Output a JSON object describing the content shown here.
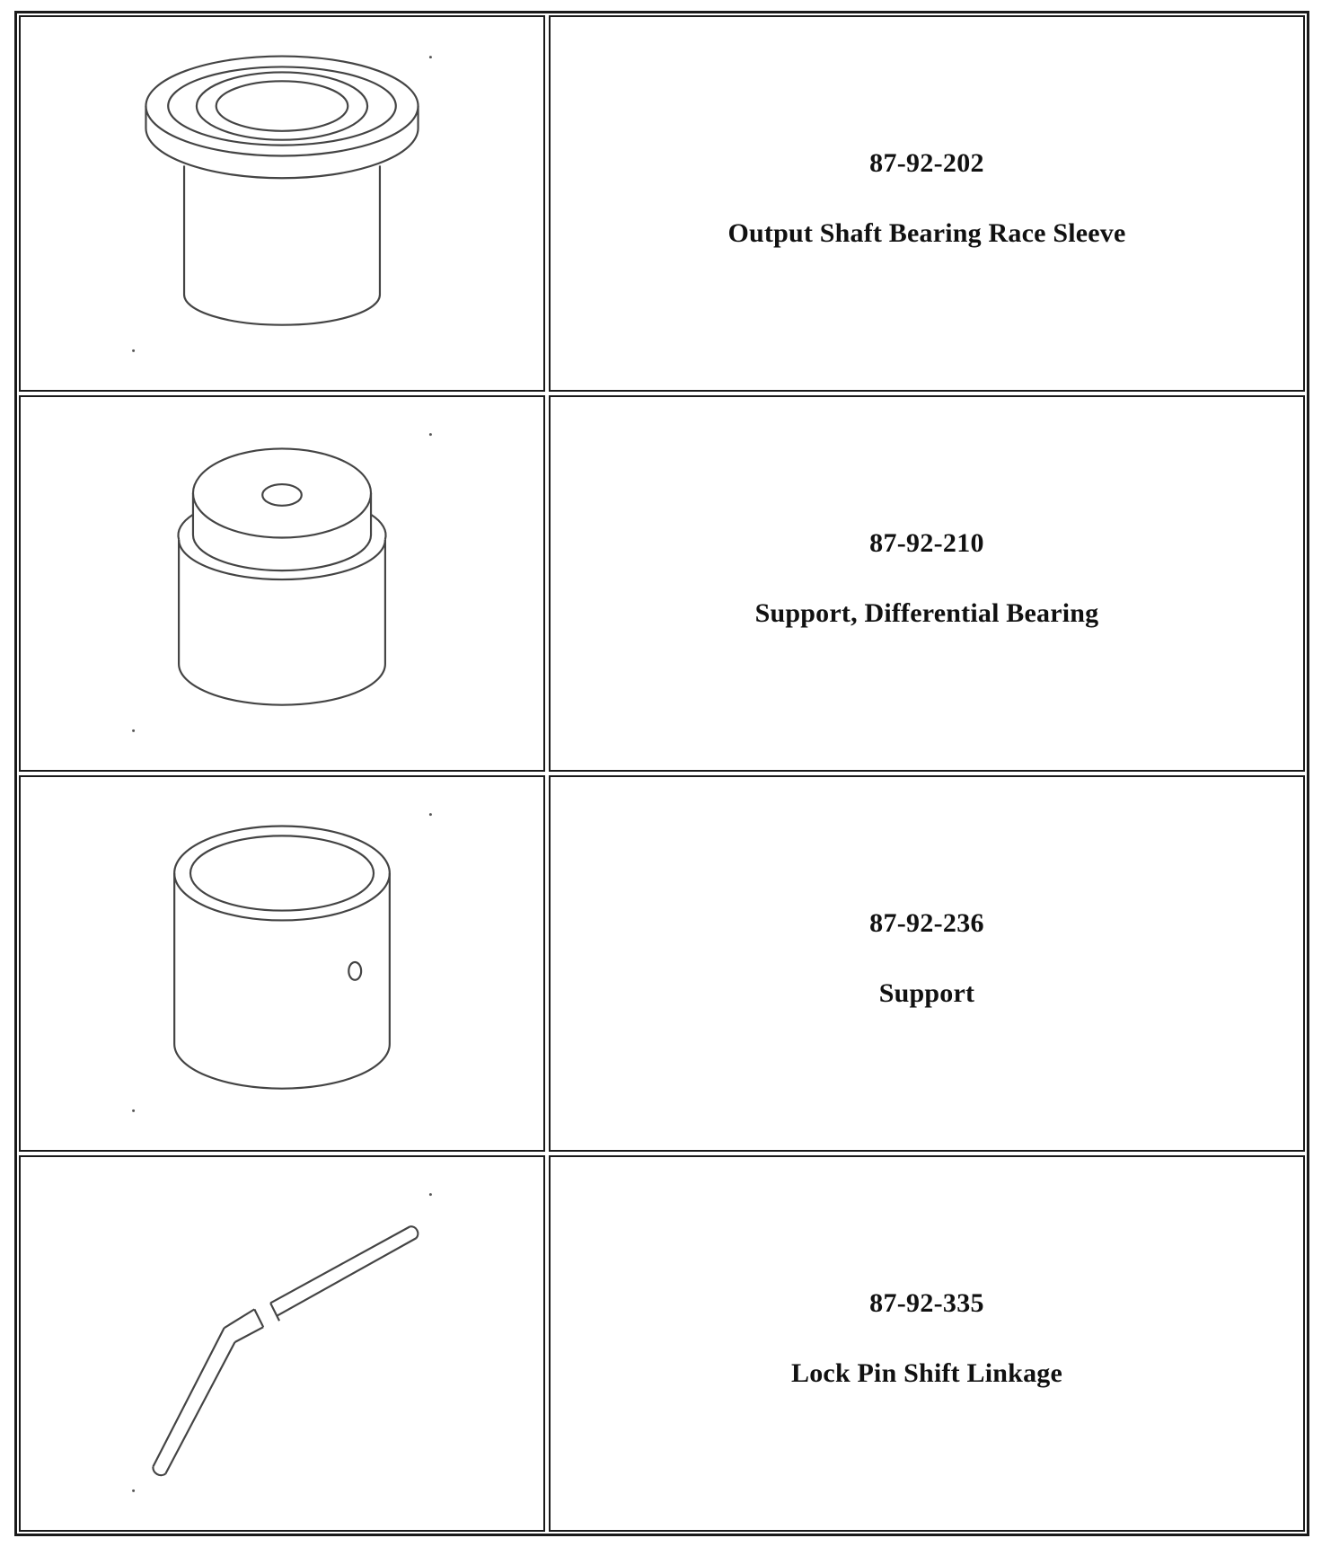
{
  "tools": [
    {
      "number": "87-92-202",
      "description": "Output Shaft Bearing Race Sleeve",
      "illustration": "flanged-sleeve-icon"
    },
    {
      "number": "87-92-210",
      "description": "Support, Differential Bearing",
      "illustration": "stepped-cylinder-icon"
    },
    {
      "number": "87-92-236",
      "description": "Support",
      "illustration": "cup-cylinder-icon"
    },
    {
      "number": "87-92-335",
      "description": "Lock Pin Shift Linkage",
      "illustration": "bent-pin-icon"
    }
  ]
}
